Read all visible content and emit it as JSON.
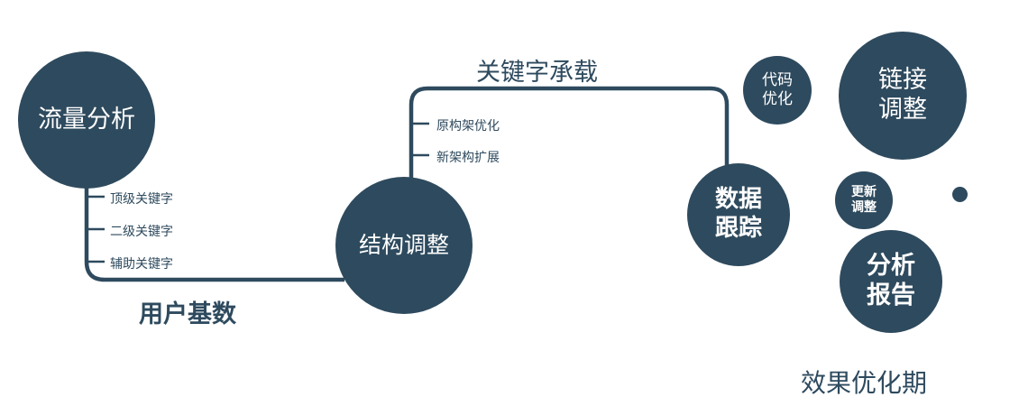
{
  "colors": {
    "primary": "#2e4a5e",
    "background": "#ffffff"
  },
  "nodes": {
    "traffic_analysis": {
      "label": "流量分析"
    },
    "structure_adjustment": {
      "label": "结构调整"
    },
    "data_tracking": {
      "lines": [
        "数据",
        "跟踪"
      ]
    },
    "code_optimization": {
      "lines": [
        "代码",
        "优化"
      ]
    },
    "link_adjustment": {
      "lines": [
        "链接",
        "调整"
      ]
    },
    "update_adjustment": {
      "lines": [
        "更新",
        "调整"
      ]
    },
    "analysis_report": {
      "lines": [
        "分析",
        "报告"
      ]
    }
  },
  "edge_labels": {
    "keyword_bearing": "关键字承载",
    "user_base": "用户基数"
  },
  "branch_labels": {
    "traffic": [
      "顶级关键字",
      "二级关键字",
      "辅助关键字"
    ],
    "structure": [
      "原构架优化",
      "新架构扩展"
    ]
  },
  "caption": "效果优化期"
}
